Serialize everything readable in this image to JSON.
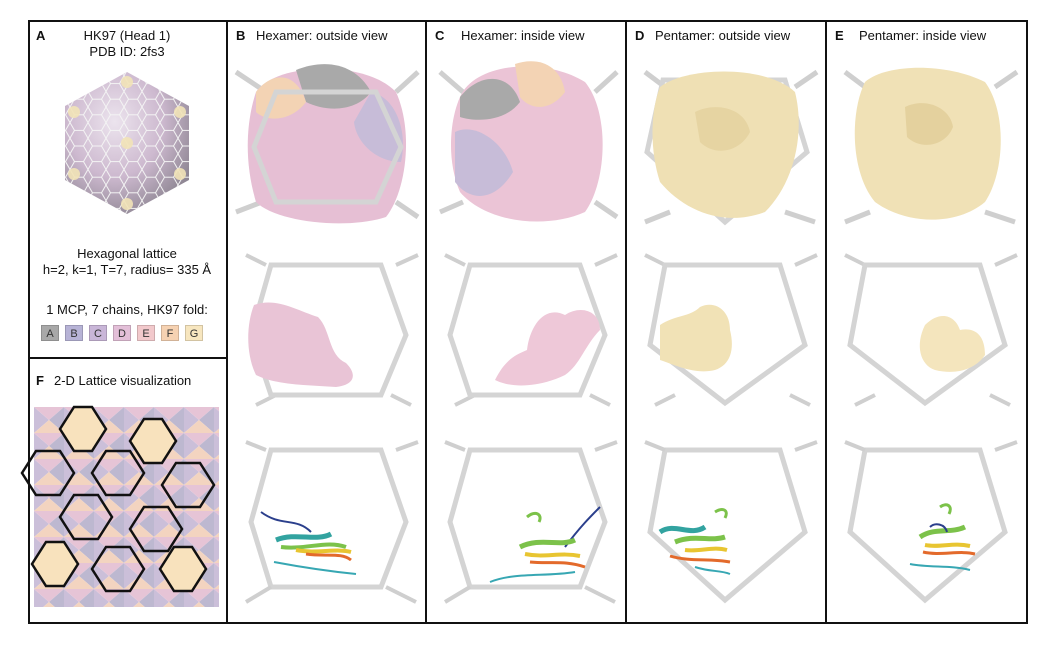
{
  "panel_a": {
    "letter": "A",
    "title": "HK97 (Head 1)",
    "pdb": "PDB ID: 2fs3",
    "lattice_title": "Hexagonal lattice",
    "lattice_params": "h=2, k=1, T=7, radius= 335 Å",
    "mcp_text": "1 MCP, 7 chains, HK97 fold:",
    "chains": [
      {
        "label": "A",
        "color": "#a8a8a8"
      },
      {
        "label": "B",
        "color": "#b7b3d6"
      },
      {
        "label": "C",
        "color": "#c9b6d8"
      },
      {
        "label": "D",
        "color": "#e3bfd8"
      },
      {
        "label": "E",
        "color": "#f2c9cc"
      },
      {
        "label": "F",
        "color": "#f6d2b2"
      },
      {
        "label": "G",
        "color": "#f7e6bf"
      }
    ]
  },
  "panel_f": {
    "letter": "F",
    "title": "2-D Lattice visualization"
  },
  "panel_b": {
    "letter": "B",
    "title": "Hexamer: outside view"
  },
  "panel_c": {
    "letter": "C",
    "title": "Hexamer: inside view"
  },
  "panel_d": {
    "letter": "D",
    "title": "Pentamer: outside view"
  },
  "panel_e": {
    "letter": "E",
    "title": "Pentamer: inside view"
  },
  "colors": {
    "border": "#111111",
    "cage": "#cfcfcf",
    "hex_pink": "#e8bfd3",
    "hex_lilac": "#c7bcd8",
    "hex_grey": "#a9a9a9",
    "hex_peach": "#f3d3b4",
    "penta_cream": "#efe0b4"
  }
}
